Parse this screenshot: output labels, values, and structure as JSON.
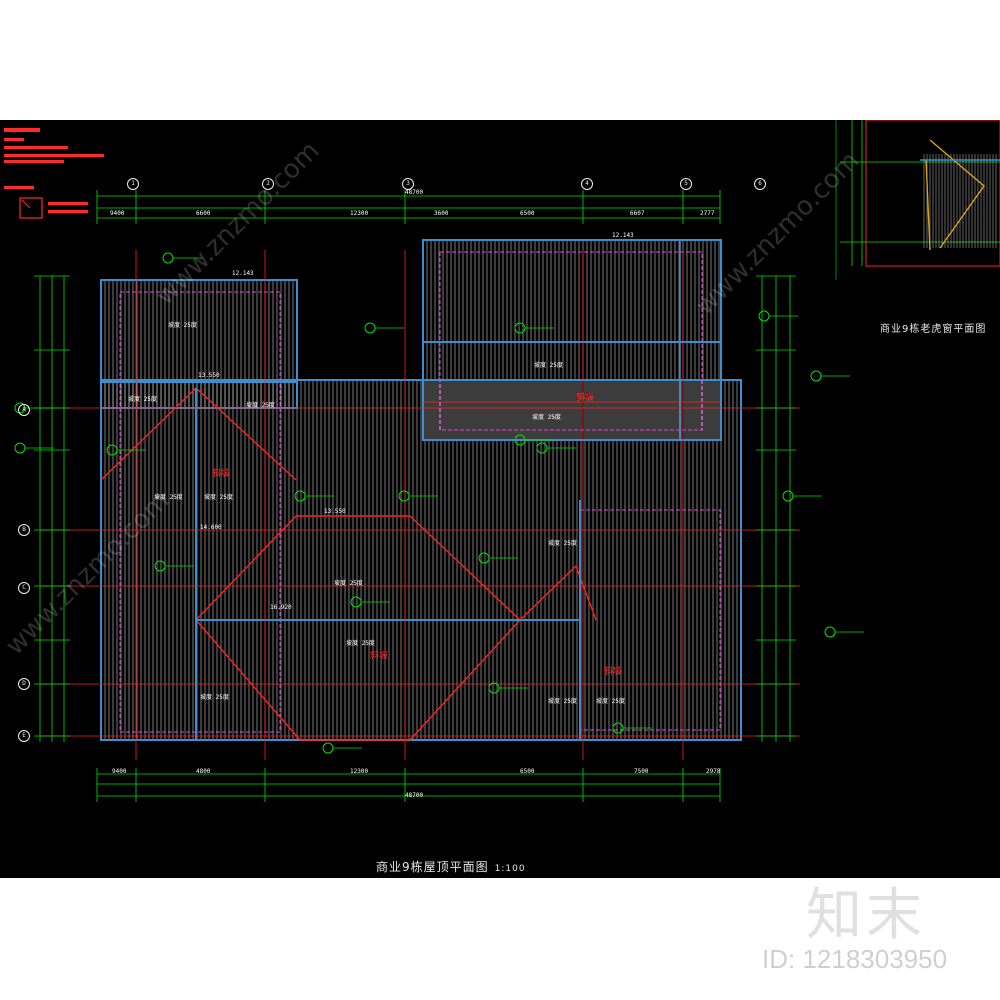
{
  "drawing": {
    "main_title": "商业9栋屋顶平面图",
    "main_scale": "1:100",
    "inset_title": "商业9栋老虎窗平面图",
    "slope_label": "坡度 25度",
    "ridge_label": "斜坡",
    "grid_bubbles_top": [
      "1",
      "2",
      "3",
      "4",
      "5",
      "6"
    ],
    "grid_bubbles_left": [
      "A",
      "B",
      "C",
      "D",
      "E"
    ],
    "dim_labels": [
      "9400",
      "6600",
      "12300",
      "3600",
      "6500",
      "6607",
      "2777",
      "48700",
      "7500",
      "4800",
      "6600",
      "2978"
    ],
    "elev_labels": [
      "12.143",
      "13.550",
      "14.600",
      "16.920",
      "13.550",
      "12.143"
    ]
  },
  "watermark": {
    "site": "www.znzmo.com",
    "brand": "知末",
    "id": "ID: 1218303950"
  },
  "colors": {
    "background": "#000000",
    "outline": "#3a8fd0",
    "dimension": "#00e000",
    "axis": "#ff2020",
    "hatch": "#c8c8c8",
    "eave": "#e040e0"
  }
}
